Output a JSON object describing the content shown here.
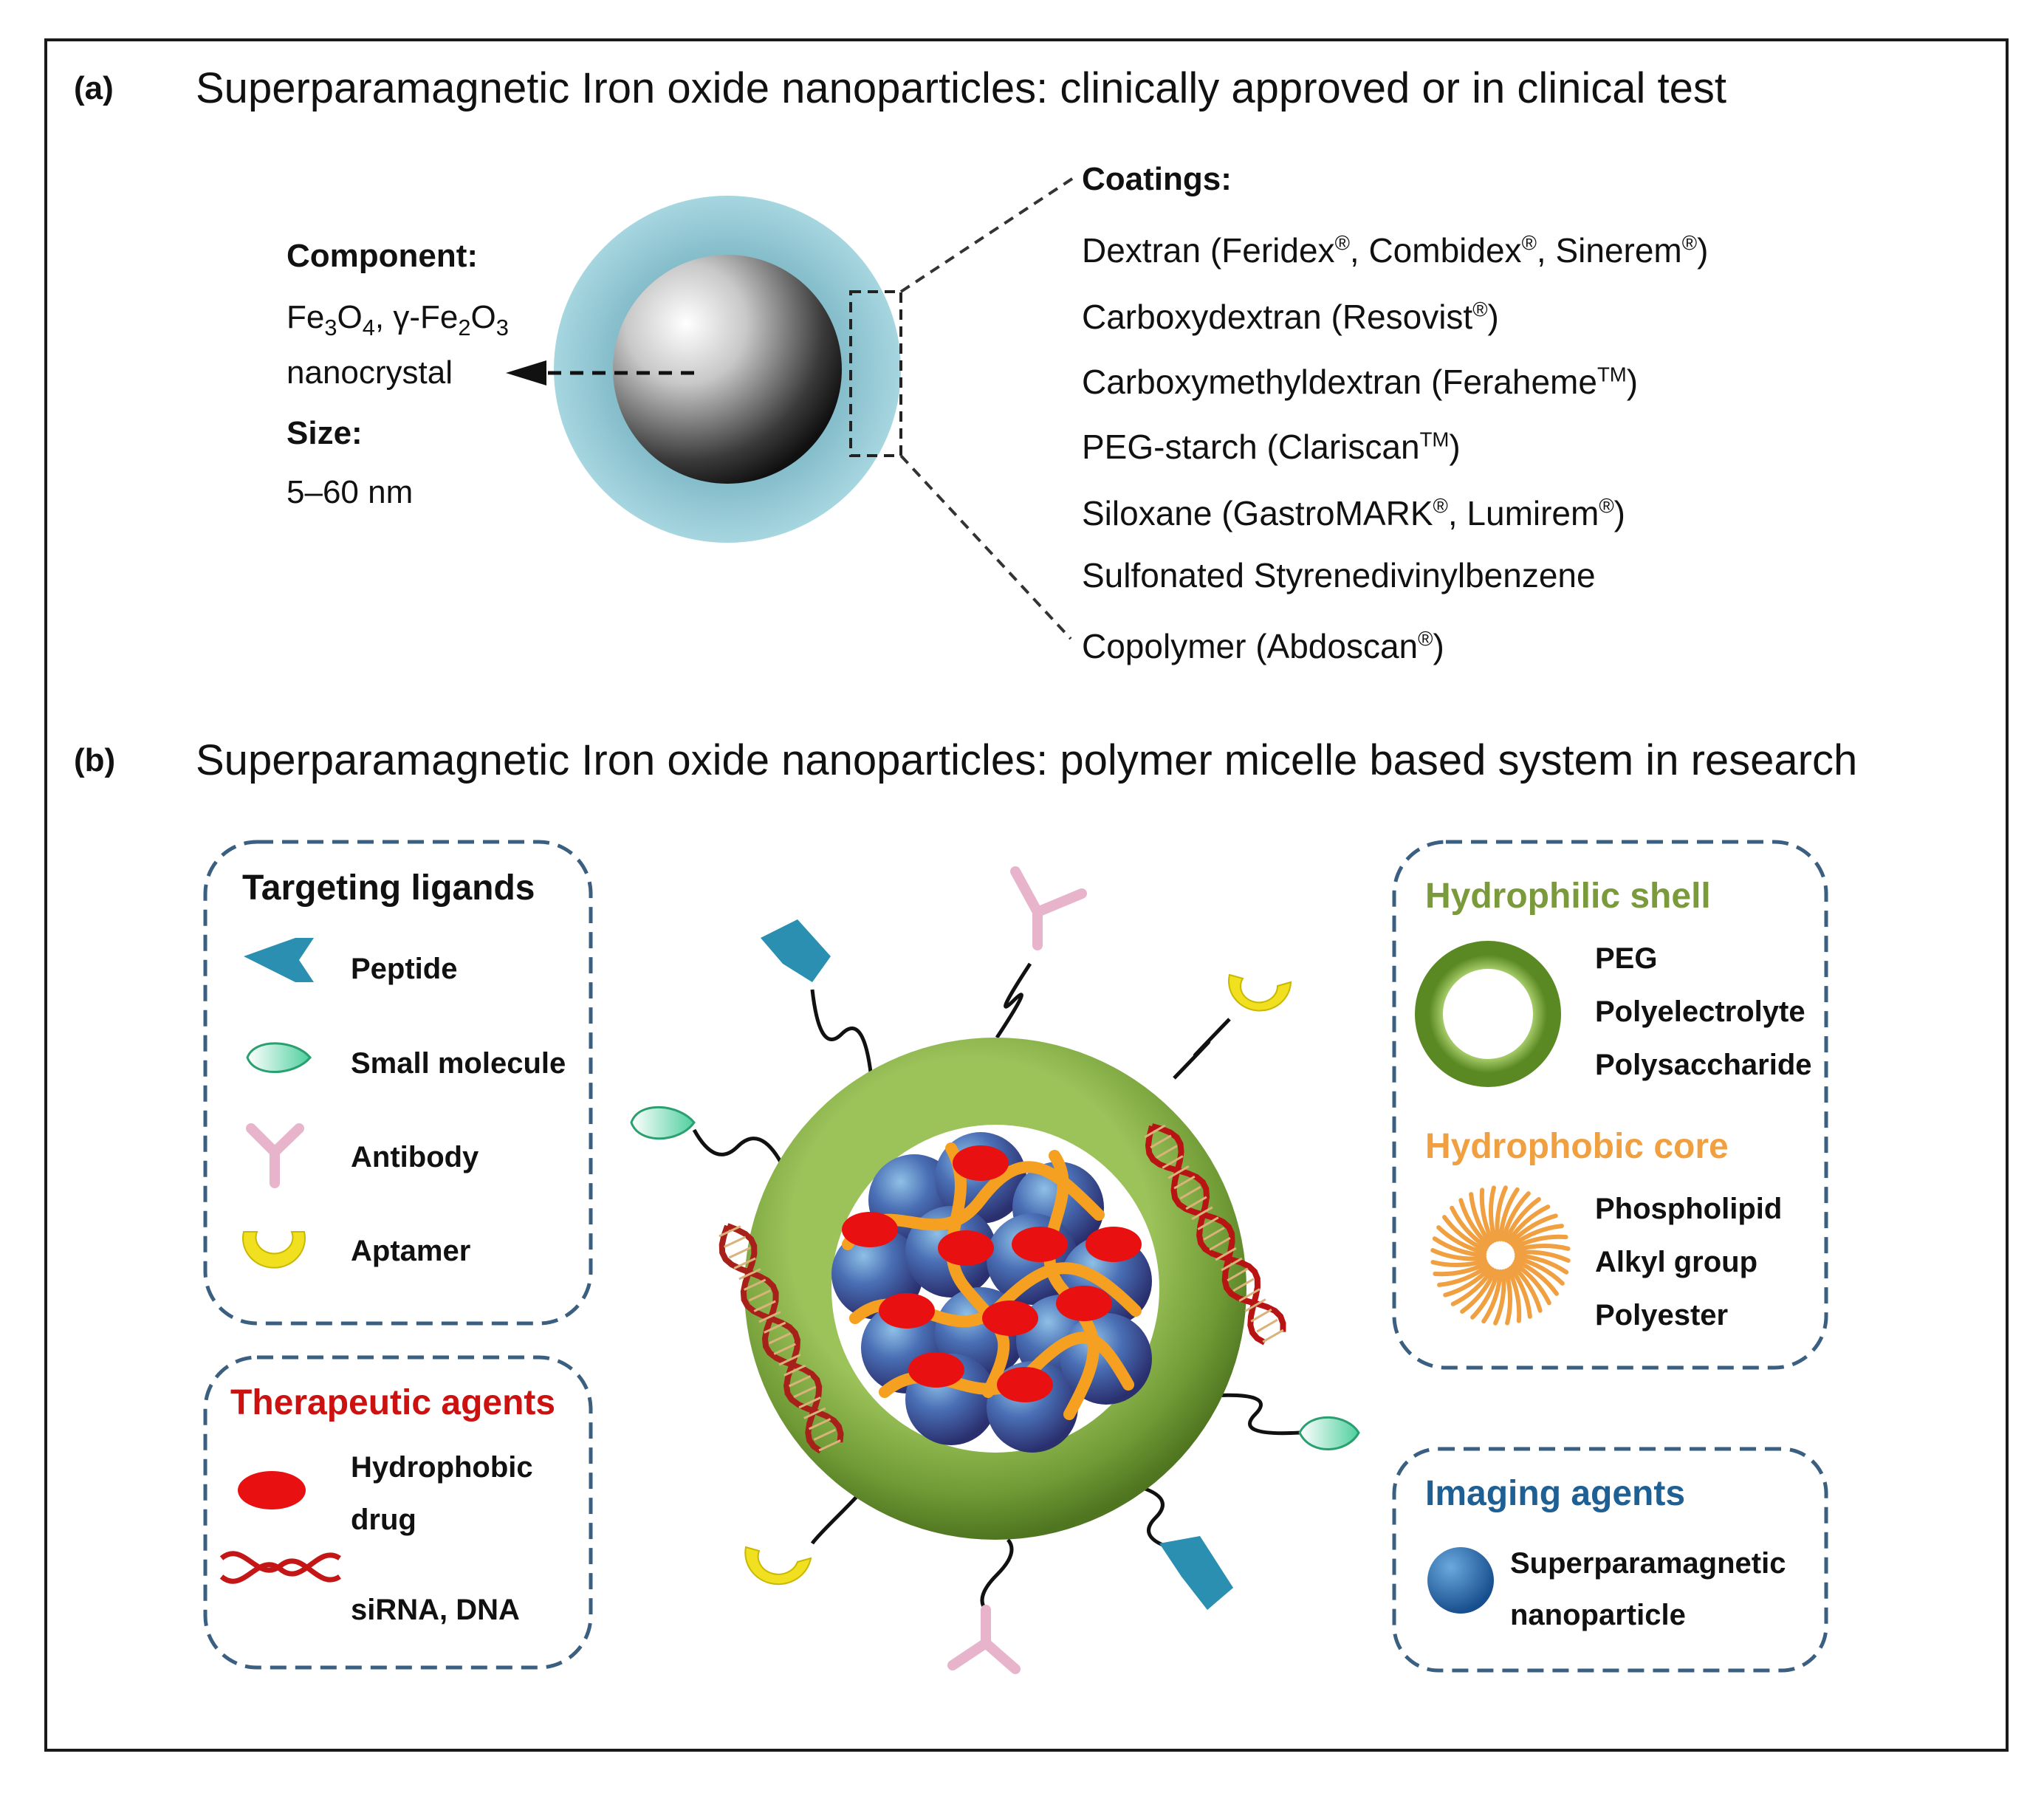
{
  "panel_a": {
    "letter": "(a)",
    "title": "Superparamagnetic Iron oxide nanoparticles: clinically approved or in clinical test",
    "component_head": "Component:",
    "component_formula_parts": [
      "Fe",
      "3",
      "O",
      "4",
      ", γ-Fe",
      "2",
      "O",
      "3"
    ],
    "component_desc": "nanocrystal",
    "size_head": "Size:",
    "size_value": "5–60 nm",
    "coatings_head": "Coatings:",
    "coatings": [
      {
        "parts": [
          "Dextran (Feridex",
          "®",
          ", Combidex",
          "®",
          ", Sinerem",
          "®",
          ")"
        ]
      },
      {
        "parts": [
          "Carboxydextran (Resovist",
          "®",
          ")"
        ]
      },
      {
        "parts": [
          "Carboxymethyldextran (Feraheme",
          "TM",
          ")"
        ]
      },
      {
        "parts": [
          "PEG-starch (Clariscan",
          "TM",
          ")"
        ]
      },
      {
        "parts": [
          "Siloxane (GastroMARK",
          "®",
          ", Lumirem",
          "®",
          ")"
        ]
      },
      {
        "parts": [
          "Sulfonated Styrenedivinylbenzene"
        ]
      },
      {
        "parts": [
          "Copolymer (Abdoscan",
          "®",
          ")"
        ]
      }
    ]
  },
  "panel_b": {
    "letter": "(b)",
    "title": "Superparamagnetic Iron oxide nanoparticles: polymer micelle based system in research",
    "targeting": {
      "head": "Targeting ligands",
      "items": [
        "Peptide",
        "Small molecule",
        "Antibody",
        "Aptamer"
      ]
    },
    "therapeutic": {
      "head": "Therapeutic agents",
      "items": [
        "Hydrophobic",
        "drug",
        "siRNA, DNA"
      ]
    },
    "hydrophilic": {
      "head": "Hydrophilic shell",
      "items": [
        "PEG",
        "Polyelectrolyte",
        "Polysaccharide"
      ]
    },
    "hydrophobic": {
      "head": "Hydrophobic core",
      "items": [
        "Phospholipid",
        "Alkyl group",
        "Polyester"
      ]
    },
    "imaging": {
      "head": "Imaging agents",
      "items": [
        "Superparamagnetic",
        "nanoparticle"
      ]
    }
  },
  "colors": {
    "shell_blue": "#8fc6d3",
    "micelle_green": "#6f9a35",
    "hydrophilic_head": "#7a9a3c",
    "hydrophobic_head": "#f0a040",
    "therapeutic_head": "#cc1111",
    "imaging_head": "#1e5f94",
    "dashed_box": "#3a5f80",
    "peptide": "#2a8fb0",
    "small_molecule": "#7fe0c0",
    "antibody": "#e8b4cc",
    "aptamer": "#f0e020",
    "drug_red": "#e81010",
    "spio_blue": "#3a5fa0",
    "orange_chain": "#f5a020"
  }
}
